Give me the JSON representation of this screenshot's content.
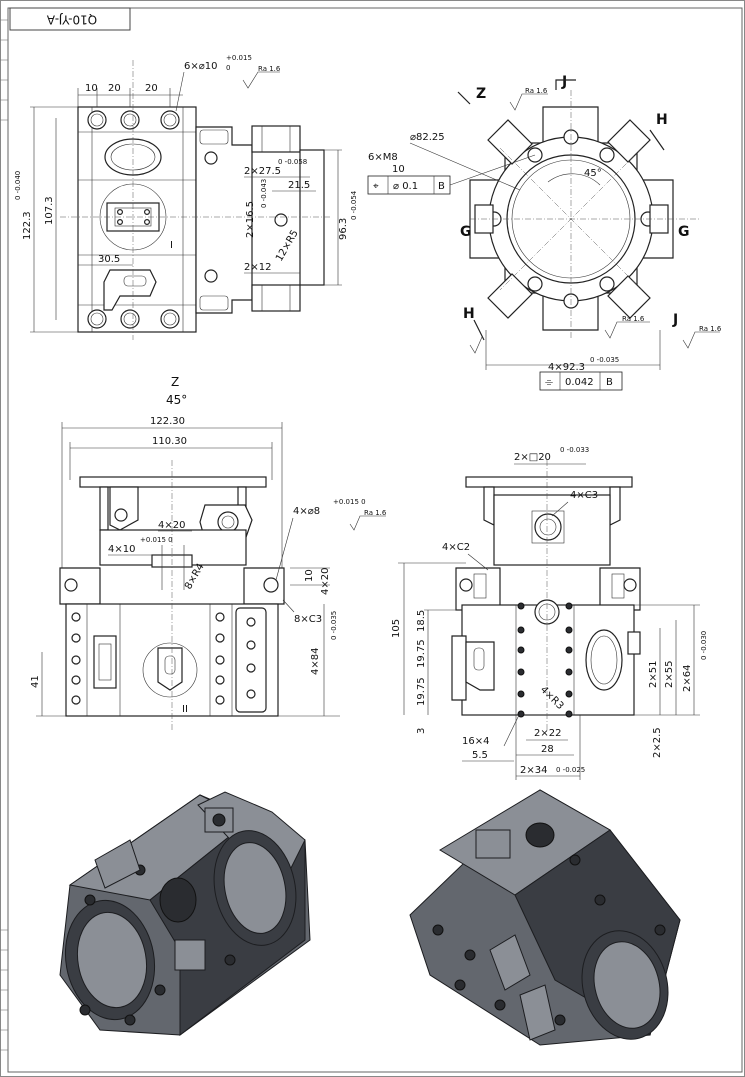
{
  "title_block": {
    "drawing_no": "Q10-YJ-A"
  },
  "view_top_left": {
    "dims": {
      "holes": "6×⌀10",
      "holes_tol_upper": "+0.015",
      "holes_tol_lower": "0",
      "roughness": "Ra 1.6",
      "spacing_1": "10",
      "spacing_2": "20",
      "spacing_3": "20",
      "h_total": "122.3",
      "h_total_tol": "0 -0.040",
      "h_inner": "107.3",
      "w_30_5": "30.5",
      "w_27_5": "2×27.5",
      "w_27_5_tol": "0 -0.058",
      "w_21_5": "21.5",
      "w_16_5": "2×16.5",
      "w_16_5_tol": "0 -0.043",
      "w_12": "2×12",
      "r5": "12×R5",
      "h_96_3": "96.3",
      "h_96_3_tol": "0 -0.054",
      "section_mark": "I"
    }
  },
  "view_top_right": {
    "dims": {
      "view_z": "Z",
      "view_j_top": "J",
      "view_j_bottom": "J",
      "view_h_top": "H",
      "view_h_bottom": "H",
      "view_g_left": "G",
      "view_g_right": "G",
      "bore": "⌀82.25",
      "thread": "6×M8",
      "pos_tol_val": "10",
      "pos_frame": [
        "⌖",
        "⌀ 0.1",
        "B"
      ],
      "angle": "45°",
      "width": "4×92.3",
      "width_tol": "0 -0.035",
      "flat_frame": [
        "⌯",
        "0.042",
        "B"
      ],
      "roughness_1": "Ra 1.6",
      "roughness_2": "Ra 1.6",
      "roughness_3": "Ra 1.6"
    }
  },
  "view_mid_left": {
    "dims": {
      "view_label": "Z",
      "view_angle": "45°",
      "w_total": "122.30",
      "w_inner": "110.30",
      "slot_20": "4×20",
      "slot_10": "4×10",
      "slot_10_tol": "+0.015 0",
      "r4": "8×R4",
      "hole_8": "4×⌀8",
      "hole_8_tol": "+0.015 0",
      "roughness": "Ra 1.6",
      "c3": "8×C3",
      "d_10": "10",
      "d_4x20": "4×20",
      "h_84": "4×84",
      "h_84_tol": "0 -0.035",
      "h_41": "41",
      "section_mark": "II"
    }
  },
  "view_mid_right": {
    "dims": {
      "sq_20": "2×□20",
      "sq_20_tol": "0 -0.033",
      "c3": "4×C3",
      "c2": "4×C2",
      "h_105": "105",
      "h_18_5": "18.5",
      "h_19_75a": "19.75",
      "h_19_75b": "19.75",
      "h_3": "3",
      "r3": "4×R3",
      "d_16x4": "16×4",
      "d_5_5": "5.5",
      "w_2x22": "2×22",
      "w_28": "28",
      "w_2x34": "2×34",
      "w_2x34_tol": "0 -0.025",
      "h_2x51": "2×51",
      "h_2x55": "2×55",
      "h_2x64": "2×64",
      "h_2x64_tol": "0 -0.030",
      "h_2x2_5": "2×2.5"
    }
  }
}
